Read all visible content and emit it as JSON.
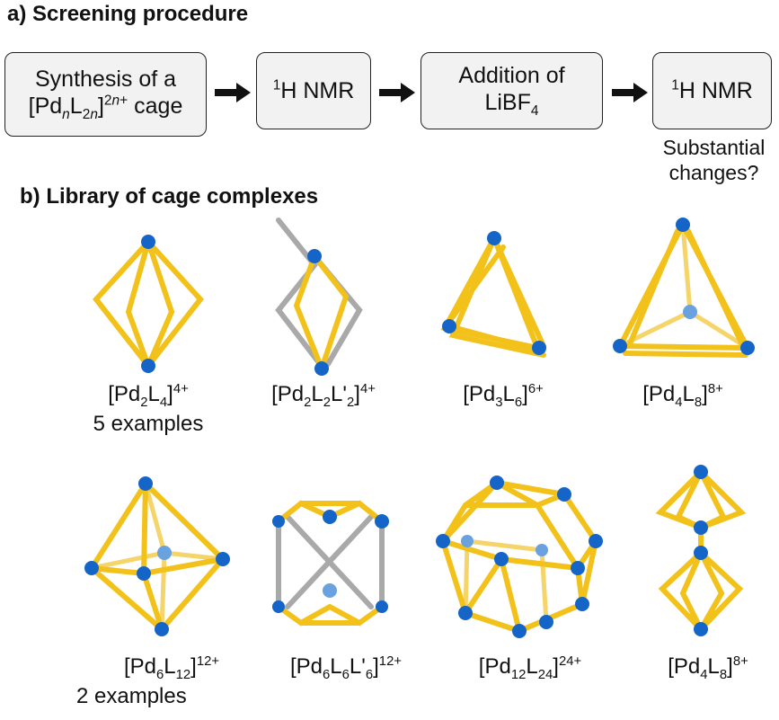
{
  "headings": {
    "screening": "a) Screening procedure",
    "library": "b) Library of cage complexes"
  },
  "steps": {
    "synthesis": {
      "line1": "Synthesis of a",
      "pd": "[Pd",
      "n": "n",
      "l": "L",
      "sub2n": "2n",
      "sup": "2n+",
      "cage": " cage"
    },
    "nmr1": {
      "sup": "1",
      "text": "H NMR"
    },
    "addition": {
      "line1": "Addition of",
      "libf": "LiBF",
      "sub": "4"
    },
    "nmr2": {
      "sup": "1",
      "text": "H NMR"
    },
    "question": {
      "line1": "Substantial",
      "line2": "changes?"
    }
  },
  "cages": [
    {
      "formula": "[Pd2L4]4+",
      "parts": [
        "[Pd",
        "2",
        "L",
        "4",
        "]",
        "4+"
      ],
      "note": "5 examples"
    },
    {
      "formula": "[Pd2L2L'2]4+",
      "parts": [
        "[Pd",
        "2",
        "L",
        "2",
        "L'",
        "2",
        "]",
        "4+"
      ]
    },
    {
      "formula": "[Pd3L6]6+",
      "parts": [
        "[Pd",
        "3",
        "L",
        "6",
        "]",
        "6+"
      ]
    },
    {
      "formula": "[Pd4L8]8+",
      "parts": [
        "[Pd",
        "4",
        "L",
        "8",
        "]",
        "8+"
      ]
    },
    {
      "formula": "[Pd6L12]12+",
      "parts": [
        "[Pd",
        "6",
        "L",
        "12",
        "]",
        "12+"
      ],
      "note": "2 examples"
    },
    {
      "formula": "[Pd6L6L'6]12+",
      "parts": [
        "[Pd",
        "6",
        "L",
        "6",
        "L'",
        "6",
        "]",
        "12+"
      ]
    },
    {
      "formula": "[Pd12L24]24+",
      "parts": [
        "[Pd",
        "12",
        "L",
        "24",
        "]",
        "24+"
      ]
    },
    {
      "formula": "[Pd4L8]8+",
      "parts": [
        "[Pd",
        "4",
        "L",
        "8",
        "]",
        "8+"
      ]
    }
  ],
  "colors": {
    "ligand": "#f2c21b",
    "ligand_alt": "#a9a9a9",
    "metal": "#1565c8",
    "box_fill": "#f2f2f2",
    "arrow": "#111111"
  },
  "icons": {
    "arrow": "right-arrow-icon",
    "metal": "palladium-sphere-icon"
  }
}
